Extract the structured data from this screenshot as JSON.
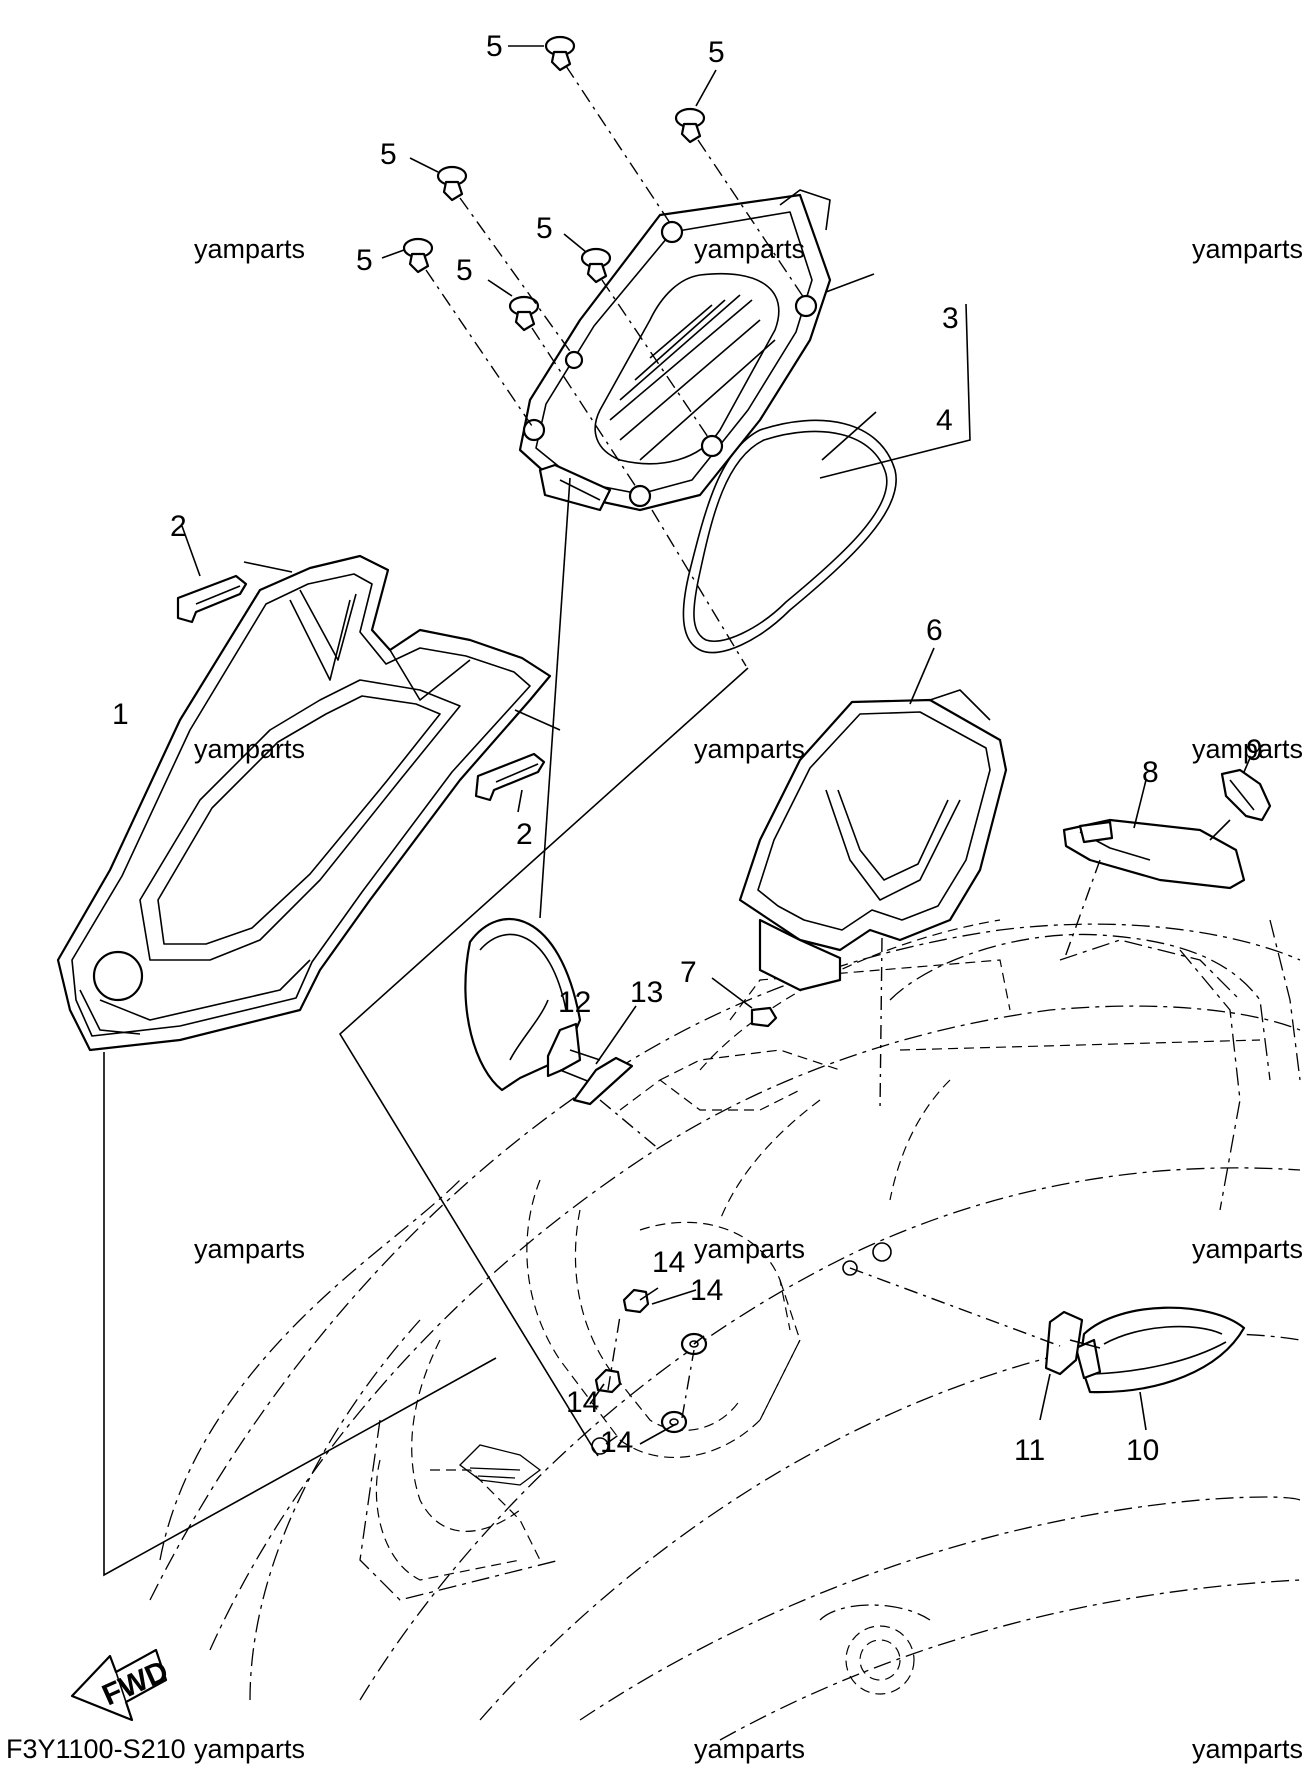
{
  "diagram": {
    "code": "F3Y1100-S210",
    "direction_label": "FWD",
    "watermark": "yamparts",
    "callouts": {
      "c1": "1",
      "c2a": "2",
      "c2b": "2",
      "c3": "3",
      "c4": "4",
      "c5a": "5",
      "c5b": "5",
      "c5c": "5",
      "c5d": "5",
      "c5e": "5",
      "c5f": "5",
      "c6": "6",
      "c7": "7",
      "c8": "8",
      "c9": "9",
      "c10": "10",
      "c11": "11",
      "c12": "12",
      "c13": "13",
      "c14a": "14",
      "c14b": "14",
      "c14c": "14",
      "c14d": "14"
    }
  }
}
